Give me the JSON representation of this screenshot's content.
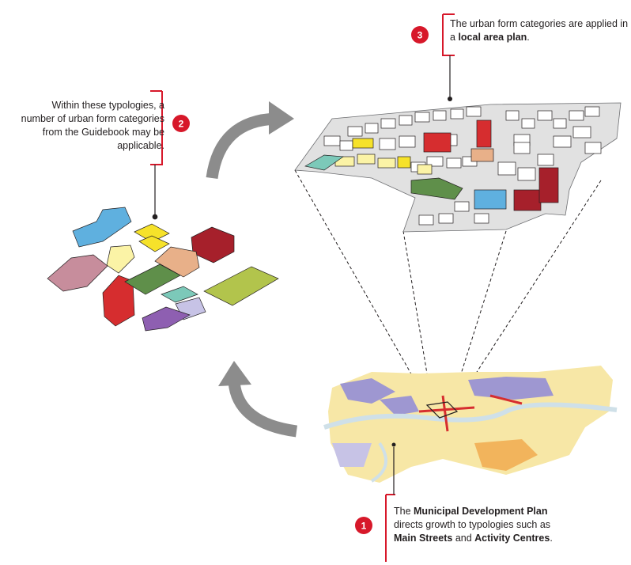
{
  "callouts": {
    "step1": {
      "number": "1",
      "text_parts": [
        "The ",
        "Municipal Development Plan",
        " directs growth to typologies such as ",
        "Main Streets",
        " and ",
        "Activity Centres",
        "."
      ]
    },
    "step2": {
      "number": "2",
      "text": "Within these typologies, a number of urban form categories from the Guidebook may be applicable."
    },
    "step3": {
      "number": "3",
      "text_parts": [
        "The urban form categories are applied in a ",
        "local area plan",
        "."
      ]
    }
  },
  "colors": {
    "badge_red": "#d7182a",
    "bracket_red": "#d7182a",
    "arrow_grey": "#8c8c8c",
    "line_dark": "#231f20",
    "blue": "#5fb0df",
    "yellow": "#f6e22a",
    "pale_yellow": "#fbf3a6",
    "mauve": "#c78d9c",
    "red": "#d62d2f",
    "dark_red": "#a6202b",
    "peach": "#e8b089",
    "green": "#5f8f4a",
    "olive": "#b2c44c",
    "teal": "#7cc9b9",
    "lavender": "#c7c3e6",
    "purple": "#8e5fb1",
    "map_yellow": "#f7e7a6",
    "map_violet": "#9e97d1",
    "map_water": "#cfe0e8"
  },
  "icons": {
    "cycle_arrow_top": "curved-arrow-right",
    "cycle_arrow_bottom": "curved-arrow-up"
  }
}
